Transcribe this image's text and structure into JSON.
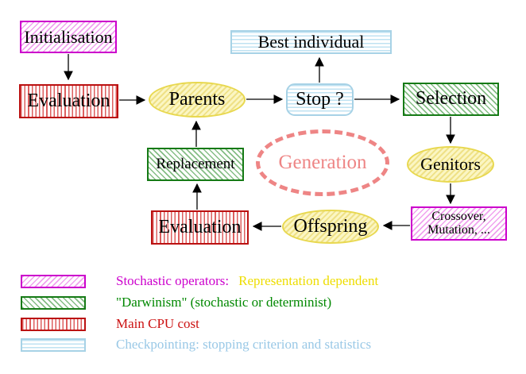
{
  "diagram": {
    "nodes": {
      "initialisation": {
        "label": "Initialisation"
      },
      "evaluation_top": {
        "label": "Evaluation"
      },
      "parents": {
        "label": "Parents"
      },
      "best_individual": {
        "label": "Best individual"
      },
      "stop": {
        "label": "Stop ?"
      },
      "selection": {
        "label": "Selection"
      },
      "genitors": {
        "label": "Genitors"
      },
      "crossover_mutation": {
        "label": "Crossover,\nMutation, ..."
      },
      "offspring": {
        "label": "Offspring"
      },
      "evaluation_bottom": {
        "label": "Evaluation"
      },
      "replacement": {
        "label": "Replacement"
      },
      "generation": {
        "label": "Generation"
      }
    },
    "colors": {
      "stochastic_magenta": "#cc00cc",
      "stochastic_hatch": "#f0a2ee",
      "darwinism_green": "#157a15",
      "darwinism_hatch": "#85bd85",
      "cpu_red": "#bb1111",
      "cpu_hatch": "#dd5f5f",
      "checkpoint_cyan": "#a7d2e6",
      "checkpoint_hatch": "#bfe2f2",
      "ellipse_yellow_border": "#e8d84f",
      "ellipse_yellow_fill": "#fbf6c3",
      "generation_salmon": "#ee8585"
    }
  },
  "legend": {
    "items": [
      {
        "swatch": "magenta-diagonal-hatch",
        "text": "Stochastic operators:",
        "text2": "Representation dependent",
        "color": "#cc00cc",
        "color2": "#eedd00"
      },
      {
        "swatch": "green-diagonal-hatch",
        "text": "\"Darwinism\" (stochastic or determinist)",
        "color": "#008800"
      },
      {
        "swatch": "red-vertical-hatch",
        "text": "Main CPU cost",
        "color": "#cc1111"
      },
      {
        "swatch": "cyan-horizontal-hatch",
        "text": "Checkpointing: stopping criterion and statistics",
        "color": "#99c8e6"
      }
    ]
  }
}
